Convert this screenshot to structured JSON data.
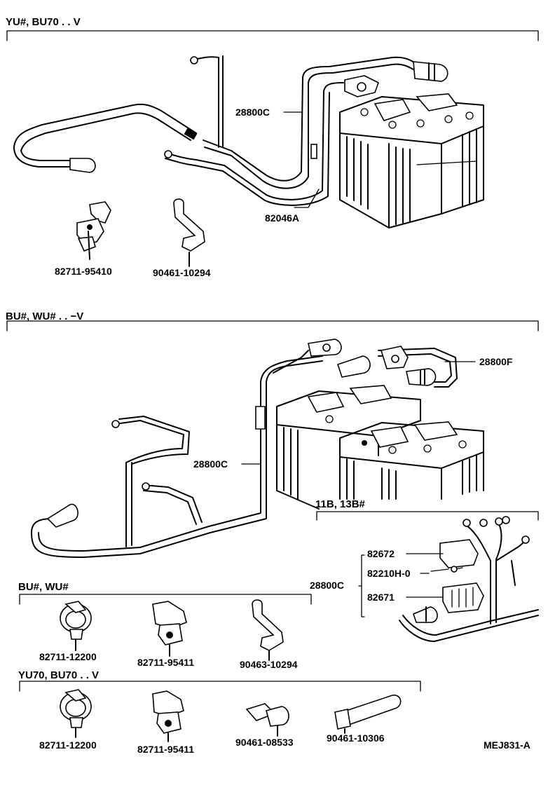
{
  "sections": {
    "top": {
      "title": "YU#, BU70 . . V"
    },
    "middle": {
      "title": "BU#, WU# . . −V"
    },
    "inset": {
      "title": "11B, 13B#"
    },
    "bu_wu": {
      "title": "BU#, WU#"
    },
    "yu70": {
      "title": "YU70, BU70 . . V"
    }
  },
  "labels": {
    "top_28800c": "28800C",
    "top_82046a": "82046A",
    "top_clamp": "82711-95410",
    "top_bracket": "90461-10294",
    "mid_28800f": "28800F",
    "mid_28800c": "28800C",
    "inset_28800c": "28800C",
    "inset_82672": "82672",
    "inset_82210h": "82210H-0",
    "inset_82671": "82671",
    "bu_clamp1": "82711-12200",
    "bu_clamp2": "82711-95411",
    "bu_bracket": "90463-10294",
    "yu_clamp1": "82711-12200",
    "yu_clamp2": "82711-95411",
    "yu_terminal": "90461-08533",
    "yu_bracket": "90461-10306"
  },
  "footer": {
    "code": "MEJ831-A"
  }
}
